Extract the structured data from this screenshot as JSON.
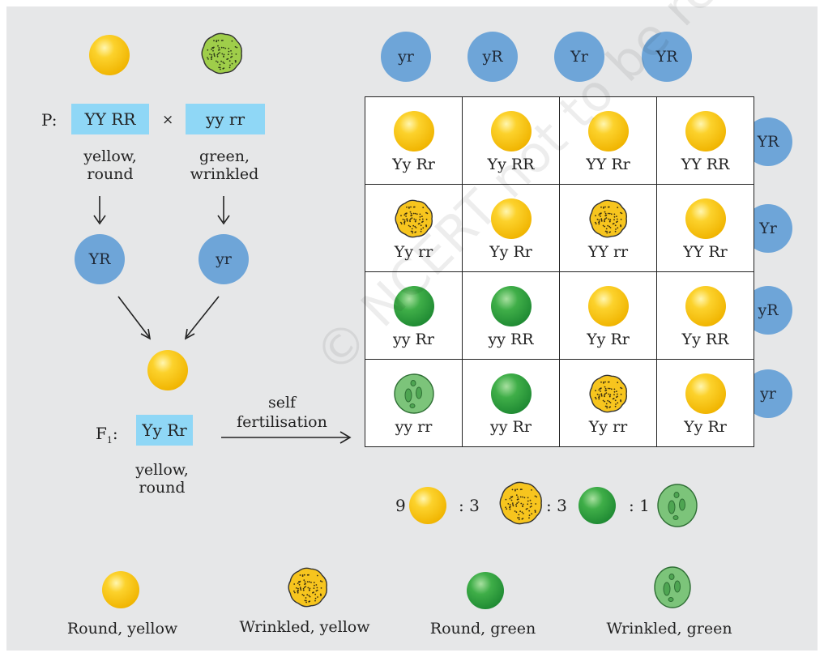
{
  "parents": {
    "label": "P:",
    "cross_symbol": "×",
    "parent1": {
      "genotype": "YY RR",
      "desc_line1": "yellow,",
      "desc_line2": "round"
    },
    "parent2": {
      "genotype": "yy rr",
      "desc_line1": "green,",
      "desc_line2": "wrinkled"
    }
  },
  "parent_gametes": [
    "YR",
    "yr"
  ],
  "f1": {
    "label_main": "F",
    "label_sub": "1",
    "label_colon": ":",
    "genotype": "Yy Rr",
    "desc_line1": "yellow,",
    "desc_line2": "round"
  },
  "self_fert": {
    "line1": "self",
    "line2": "fertilisation"
  },
  "punnett": {
    "top_gametes": [
      "yr",
      "yR",
      "Yr",
      "YR"
    ],
    "side_gametes": [
      "YR",
      "Yr",
      "yR",
      "yr"
    ],
    "cells": [
      [
        {
          "genotype": "Yy Rr",
          "phenotype": "round-yellow"
        },
        {
          "genotype": "Yy RR",
          "phenotype": "round-yellow"
        },
        {
          "genotype": "YY Rr",
          "phenotype": "round-yellow"
        },
        {
          "genotype": "YY RR",
          "phenotype": "round-yellow"
        }
      ],
      [
        {
          "genotype": "Yy rr",
          "phenotype": "wrinkled-yellow"
        },
        {
          "genotype": "Yy Rr",
          "phenotype": "round-yellow"
        },
        {
          "genotype": "YY rr",
          "phenotype": "wrinkled-yellow"
        },
        {
          "genotype": "YY Rr",
          "phenotype": "round-yellow"
        }
      ],
      [
        {
          "genotype": "yy Rr",
          "phenotype": "round-green"
        },
        {
          "genotype": "yy RR",
          "phenotype": "round-green"
        },
        {
          "genotype": "Yy Rr",
          "phenotype": "round-yellow"
        },
        {
          "genotype": "Yy RR",
          "phenotype": "round-yellow"
        }
      ],
      [
        {
          "genotype": "yy rr",
          "phenotype": "wrinkled-green"
        },
        {
          "genotype": "yy Rr",
          "phenotype": "round-green"
        },
        {
          "genotype": "Yy rr",
          "phenotype": "wrinkled-yellow"
        },
        {
          "genotype": "Yy Rr",
          "phenotype": "round-yellow"
        }
      ]
    ]
  },
  "ratio": {
    "n1": "9",
    "sep1": ": 3",
    "sep2": ": 3",
    "sep3": ": 1"
  },
  "legend": [
    {
      "label": "Round, yellow",
      "icon": "round-yellow-pea-icon"
    },
    {
      "label": "Wrinkled, yellow",
      "icon": "wrinkled-yellow-pea-icon"
    },
    {
      "label": "Round, green",
      "icon": "round-green-pea-icon"
    },
    {
      "label": "Wrinkled, green",
      "icon": "wrinkled-green-pea-icon"
    }
  ],
  "watermark": "© NCERT not to be republished",
  "colors": {
    "background": "#e6e7e8",
    "genotype_box": "#8fd7f6",
    "gamete_circle": "#6ea5d8",
    "yellow_pea": "#f7c51e",
    "green_pea": "#3cab4a",
    "wrinkled_green_pea": "#7cc47a"
  }
}
